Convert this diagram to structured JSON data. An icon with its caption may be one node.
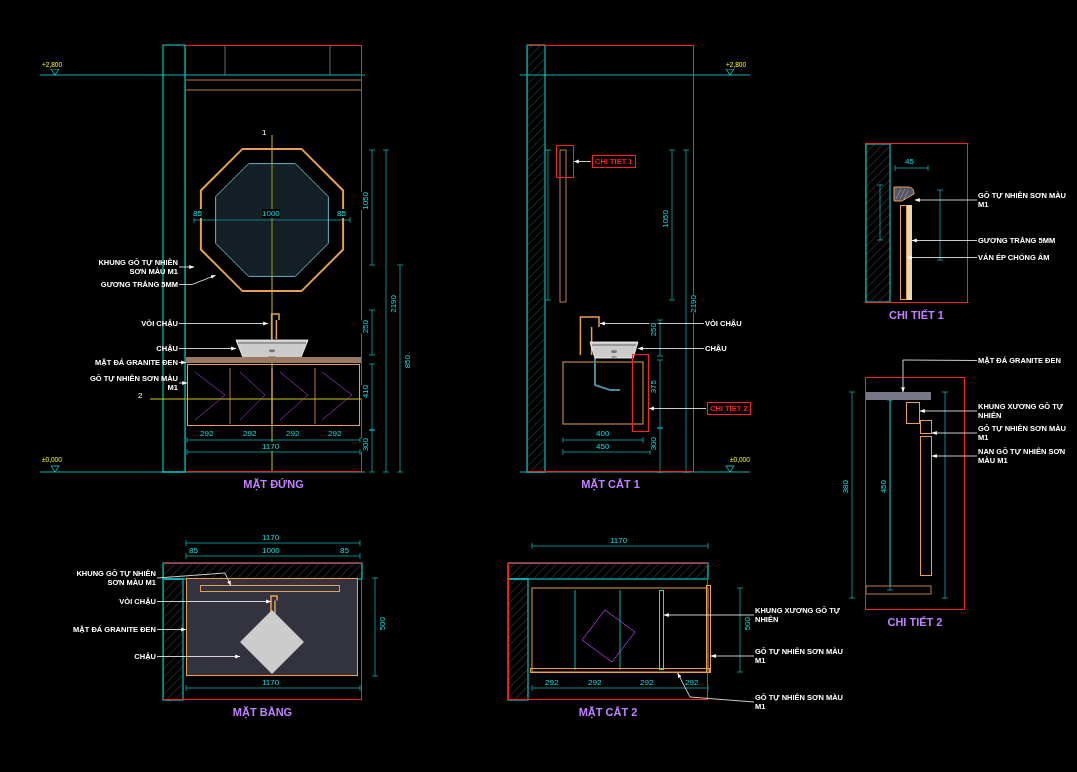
{
  "diagram": {
    "nodes": [
      {
        "text": [
          "MẶT ĐỨNG"
        ]
      },
      {
        "text": [],
        "shape": "octagon",
        "in": 0
      },
      {
        "text": [],
        "shape": "octagon",
        "in": 1
      },
      {
        "text": [],
        "shape": "picture",
        "in": 0
      },
      {
        "text": [],
        "shape": "picture",
        "in": 0
      },
      {
        "text": [],
        "shape": "bar",
        "in": 0
      },
      {
        "text": [],
        "shape": "box",
        "in": 0
      },
      {
        "text": [
          "KHUNG GỖ TỰ NHIÊN SƠN MÀU M1"
        ]
      },
      {
        "text": [
          "GƯƠNG TRẮNG 5MM"
        ]
      },
      {
        "text": [
          "VÒI CHẬU"
        ]
      },
      {
        "text": [
          "CHẬU"
        ]
      },
      {
        "text": [
          "MẶT ĐÁ GRANITE ĐEN"
        ]
      },
      {
        "text": [
          "GỖ TỰ NHIÊN SƠN MÀU M1"
        ]
      },
      {
        "text": [
          "MẶT CẮT 1"
        ]
      },
      {
        "text": [],
        "shape": "box",
        "in": 13
      },
      {
        "text": [],
        "shape": "picture",
        "in": 13
      },
      {
        "text": [],
        "shape": "picture",
        "in": 13
      },
      {
        "text": [],
        "shape": "box",
        "in": 13
      },
      {
        "text": [
          "CHI TIẾT 1"
        ],
        "in": 13
      },
      {
        "text": [
          "VÒI CHẬU"
        ]
      },
      {
        "text": [
          "CHẬU"
        ]
      },
      {
        "text": [
          "CHI TIẾT 2"
        ]
      },
      {
        "text": [
          "CHI TIẾT 1"
        ]
      },
      {
        "text": [],
        "shape": "picture",
        "in": 22
      },
      {
        "text": [],
        "shape": "bar",
        "in": 22
      },
      {
        "text": [],
        "shape": "bar",
        "in": 22
      },
      {
        "text": [
          "GỖ TỰ NHIÊN SƠN MÀU M1"
        ]
      },
      {
        "text": [
          "GƯƠNG TRẮNG 5MM"
        ]
      },
      {
        "text": [
          "VÁN ÉP CHỐNG ẨM"
        ]
      },
      {
        "text": [
          "CHI TIẾT 2"
        ]
      },
      {
        "text": [],
        "shape": "bar",
        "in": 29
      },
      {
        "text": [],
        "shape": "box",
        "in": 29
      },
      {
        "text": [],
        "shape": "bar",
        "in": 29
      },
      {
        "text": [],
        "shape": "bar",
        "in": 29
      },
      {
        "text": [
          "MẶT ĐÁ GRANITE ĐEN"
        ]
      },
      {
        "text": [
          "KHUNG XƯƠNG GỖ TỰ NHIÊN"
        ]
      },
      {
        "text": [
          "GỖ TỰ NHIÊN SƠN MÀU M1"
        ]
      },
      {
        "text": [
          "NAN GỖ TỰ NHIÊN SƠN MÀU M1"
        ]
      },
      {
        "text": [
          "MẶT BẰNG"
        ]
      },
      {
        "text": [],
        "shape": "box",
        "in": 38
      },
      {
        "text": [],
        "shape": "bar",
        "in": 39
      },
      {
        "text": [],
        "shape": "picture",
        "in": 39
      },
      {
        "text": [],
        "shape": "diamond",
        "in": 39
      },
      {
        "text": [
          "KHUNG GỖ TỰ NHIÊN SƠN MÀU M1"
        ]
      },
      {
        "text": [
          "VÒI CHẬU"
        ]
      },
      {
        "text": [
          "MẶT ĐÁ GRANITE ĐEN"
        ]
      },
      {
        "text": [
          "CHẬU"
        ]
      },
      {
        "text": [
          "MẶT CẮT 2"
        ]
      },
      {
        "text": [],
        "shape": "bar",
        "in": 47
      },
      {
        "text": [],
        "shape": "bar",
        "in": 47
      },
      {
        "text": [],
        "shape": "bar",
        "in": 47
      },
      {
        "text": [
          "KHUNG XƯƠNG GỖ TỰ NHIÊN"
        ]
      },
      {
        "text": [
          "GỖ TỰ NHIÊN SƠN MÀU M1"
        ]
      },
      {
        "text": [
          "GỖ TỰ NHIÊN SƠN MÀU M1"
        ]
      }
    ],
    "edges": [
      {
        "from": 7,
        "to": 1,
        "arrow": "to"
      },
      {
        "from": 8,
        "to": 2,
        "arrow": "to"
      },
      {
        "from": 9,
        "to": 3,
        "arrow": "to"
      },
      {
        "from": 10,
        "to": 4,
        "arrow": "to"
      },
      {
        "from": 11,
        "to": 5,
        "arrow": "to"
      },
      {
        "from": 12,
        "to": 6,
        "arrow": "to"
      },
      {
        "from": 18,
        "to": 14,
        "arrow": "to"
      },
      {
        "from": 19,
        "to": 15,
        "arrow": "to"
      },
      {
        "from": 20,
        "to": 16,
        "arrow": "to"
      },
      {
        "from": 21,
        "to": 17,
        "arrow": "to"
      },
      {
        "from": 26,
        "to": 23,
        "arrow": "to"
      },
      {
        "from": 27,
        "to": 25,
        "arrow": "to"
      },
      {
        "from": 28,
        "to": 24,
        "arrow": "to"
      },
      {
        "from": 34,
        "to": 30,
        "arrow": "to"
      },
      {
        "from": 35,
        "to": 31,
        "arrow": "to"
      },
      {
        "from": 36,
        "to": 32,
        "arrow": "to"
      },
      {
        "from": 37,
        "to": 33,
        "arrow": "to"
      },
      {
        "from": 43,
        "to": 40,
        "arrow": "to"
      },
      {
        "from": 44,
        "to": 41,
        "arrow": "to"
      },
      {
        "from": 45,
        "to": 39,
        "arrow": "to"
      },
      {
        "from": 46,
        "to": 42,
        "arrow": "to"
      },
      {
        "from": 51,
        "to": 48,
        "arrow": "to"
      },
      {
        "from": 52,
        "to": 49,
        "arrow": "to"
      },
      {
        "from": 53,
        "to": 50,
        "arrow": "to"
      }
    ],
    "labels": [
      "+2,800",
      "1",
      "+2,800",
      "85",
      "1000",
      "85",
      "1050",
      "2190",
      "250",
      "850",
      "2",
      "410",
      "292",
      "292",
      "292",
      "292",
      "1170",
      "300",
      "±0,000",
      "±0,000",
      "1050",
      "2190",
      "250",
      "375",
      "300",
      "400",
      "450",
      "45",
      "380",
      "450",
      "1170",
      "85",
      "1000",
      "85",
      "500",
      "1170",
      "1170",
      "500",
      "292",
      "292",
      "292",
      "292"
    ]
  }
}
